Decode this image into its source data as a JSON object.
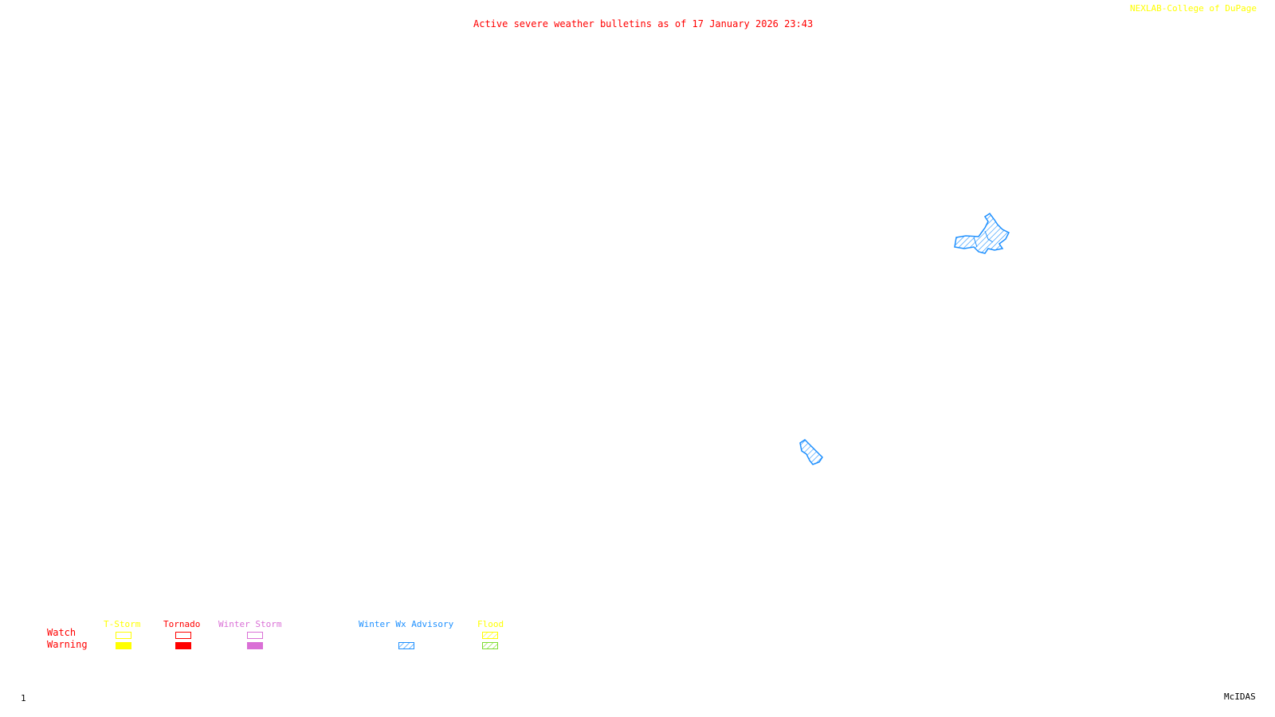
{
  "header": {
    "title": "Active severe weather bulletins as of 17 January 2026 23:43",
    "credit": "NEXLAB-College of DuPage"
  },
  "legend": {
    "row_labels": {
      "watch": "Watch",
      "warning": "Warning"
    },
    "categories": [
      {
        "label": "T-Storm",
        "color": "#ffff00",
        "watch": "outline",
        "warning": "filled"
      },
      {
        "label": "Tornado",
        "color": "#ff0000",
        "watch": "outline",
        "warning": "filled"
      },
      {
        "label": "Winter Storm",
        "color": "#da70d6",
        "watch": "outline",
        "warning": "filled"
      },
      {
        "label": "Winter Wx Advisory",
        "color": "#1e90ff",
        "watch": null,
        "warning": "hatched"
      },
      {
        "label": "Flood",
        "color": "#ffff00",
        "watch_color": "#ffff00",
        "warning_color": "#7fdc2f",
        "watch": "hatched",
        "warning": "hatched"
      }
    ]
  },
  "map": {
    "active_areas": [
      {
        "type": "Winter Wx Advisory",
        "color": "#1e90ff",
        "region": "northeast"
      },
      {
        "type": "Winter Wx Advisory",
        "color": "#1e90ff",
        "region": "southeast"
      }
    ]
  },
  "footer": {
    "frame_number": "1",
    "software": "McIDAS"
  }
}
